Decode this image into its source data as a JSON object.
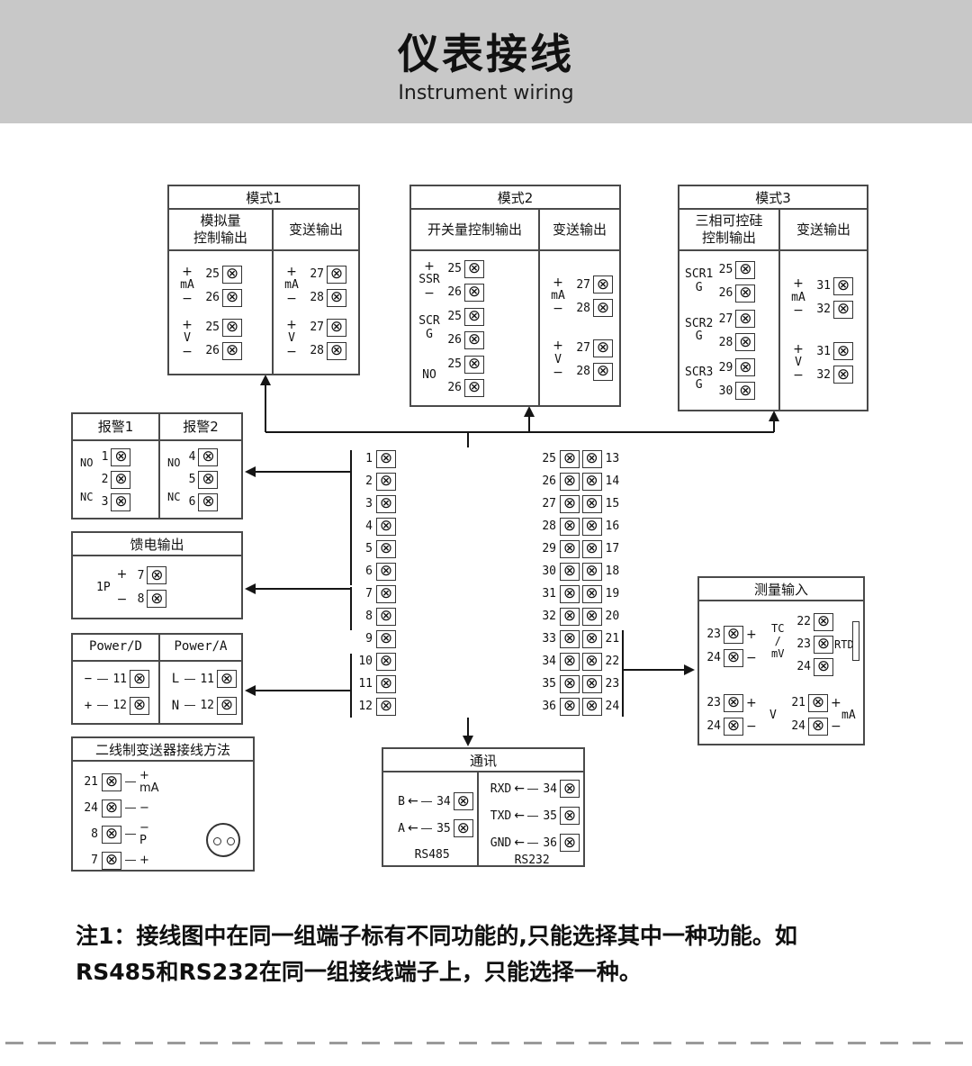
{
  "header": {
    "title": "仪表接线",
    "subtitle": "Instrument wiring",
    "bg_color": "#c8c8c8"
  },
  "icons": {
    "terminal": "⊗",
    "arrow_left": "←"
  },
  "mode1": {
    "title": "模式1",
    "col1a": "模拟量",
    "col1b": "控制输出",
    "col2": "变送输出",
    "c1g1": {
      "plus": "+",
      "label": "mA",
      "minus": "−",
      "t1": "25",
      "t2": "26"
    },
    "c1g2": {
      "plus": "+",
      "label": "V",
      "minus": "−",
      "t1": "25",
      "t2": "26"
    },
    "c2g1": {
      "plus": "+",
      "label": "mA",
      "minus": "−",
      "t1": "27",
      "t2": "28"
    },
    "c2g2": {
      "plus": "+",
      "label": "V",
      "minus": "−",
      "t1": "27",
      "t2": "28"
    }
  },
  "mode2": {
    "title": "模式2",
    "col1": "开关量控制输出",
    "col2": "变送输出",
    "c1g1": {
      "plus": "+",
      "label": "SSR",
      "minus": "−",
      "t1": "25",
      "t2": "26"
    },
    "c1g2": {
      "label": "SCR",
      "sub": "G",
      "t1": "25",
      "t2": "26"
    },
    "c1g3": {
      "label": "NO",
      "t1": "25",
      "t2": "26"
    },
    "c2g1": {
      "plus": "+",
      "label": "mA",
      "minus": "−",
      "t1": "27",
      "t2": "28"
    },
    "c2g2": {
      "plus": "+",
      "label": "V",
      "minus": "−",
      "t1": "27",
      "t2": "28"
    }
  },
  "mode3": {
    "title": "模式3",
    "col1a": "三相可控硅",
    "col1b": "控制输出",
    "col2": "变送输出",
    "c1g1": {
      "label": "SCR1",
      "sub": "G",
      "t1": "25",
      "t2": "26"
    },
    "c1g2": {
      "label": "SCR2",
      "sub": "G",
      "t1": "27",
      "t2": "28"
    },
    "c1g3": {
      "label": "SCR3",
      "sub": "G",
      "t1": "29",
      "t2": "30"
    },
    "c2g1": {
      "plus": "+",
      "label": "mA",
      "minus": "−",
      "t1": "31",
      "t2": "32"
    },
    "c2g2": {
      "plus": "+",
      "label": "V",
      "minus": "−",
      "t1": "31",
      "t2": "32"
    }
  },
  "alarm": {
    "col1": "报警1",
    "col2": "报警2",
    "a1": {
      "no": "NO",
      "nc": "NC",
      "t1": "1",
      "t2": "2",
      "t3": "3"
    },
    "a2": {
      "no": "NO",
      "nc": "NC",
      "t1": "4",
      "t2": "5",
      "t3": "6"
    }
  },
  "feed": {
    "title": "馈电输出",
    "label": "1P",
    "plus": "+",
    "minus": "−",
    "t1": "7",
    "t2": "8"
  },
  "power": {
    "col1": "Power/D",
    "col2": "Power/A",
    "d": {
      "l1": "−",
      "l2": "+",
      "t1": "11",
      "t2": "12"
    },
    "a": {
      "l1": "L",
      "l2": "N",
      "t1": "11",
      "t2": "12"
    }
  },
  "twowire": {
    "title": "二线制变送器接线方法",
    "r1": {
      "t": "21",
      "s1": "+",
      "s2": "mA"
    },
    "r2": {
      "t": "24",
      "s1": "−",
      "s2": ""
    },
    "r3": {
      "t": "8",
      "s1": "−",
      "s2": "P"
    },
    "r4": {
      "t": "7",
      "s1": "+",
      "s2": ""
    }
  },
  "center": {
    "left": [
      "1",
      "2",
      "3",
      "4",
      "5",
      "6",
      "7",
      "8",
      "9",
      "10",
      "11",
      "12"
    ],
    "right_outer": [
      "25",
      "26",
      "27",
      "28",
      "29",
      "30",
      "31",
      "32",
      "33",
      "34",
      "35",
      "36"
    ],
    "right_inner": [
      "13",
      "14",
      "15",
      "16",
      "17",
      "18",
      "19",
      "20",
      "21",
      "22",
      "23",
      "24"
    ]
  },
  "measure": {
    "title": "测量输入",
    "tc": {
      "t1": "23",
      "t2": "24",
      "plus": "+",
      "minus": "−",
      "l1": "TC",
      "sep": "/",
      "l2": "mV"
    },
    "rtd": {
      "t1": "22",
      "t2": "23",
      "t3": "24",
      "label": "RTD"
    },
    "v": {
      "t1": "23",
      "t2": "24",
      "plus": "+",
      "minus": "−",
      "label": "V"
    },
    "ma": {
      "t1": "21",
      "t2": "24",
      "plus": "+",
      "minus": "−",
      "label": "mA"
    }
  },
  "comm": {
    "title": "通讯",
    "rs485": {
      "r1": "B",
      "t1": "34",
      "r2": "A",
      "t2": "35",
      "label": "RS485"
    },
    "rs232": {
      "r1": "RXD",
      "t1": "34",
      "r2": "TXD",
      "t2": "35",
      "r3": "GND",
      "t3": "36",
      "label": "RS232"
    }
  },
  "note": {
    "line1": "注1：接线图中在同一组端子标有不同功能的,只能选择其中一种功能。如",
    "line2": "RS485和RS232在同一组接线端子上，只能选择一种。"
  }
}
